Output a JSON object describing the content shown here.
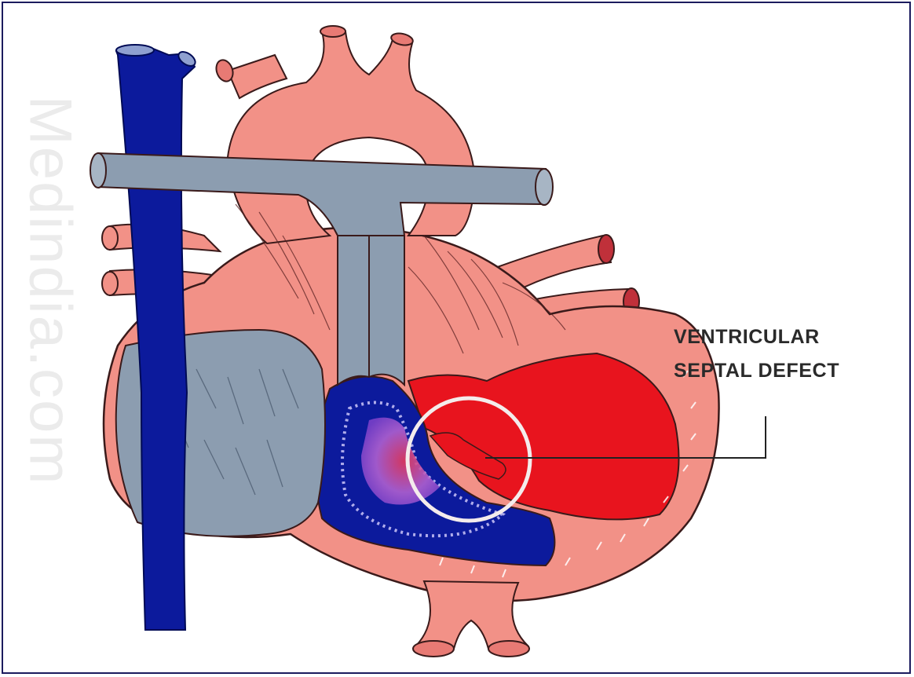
{
  "watermark": "Medindia.com",
  "label": {
    "line1": "VENTRICULAR",
    "line2": "SEPTAL DEFECT"
  },
  "colors": {
    "oxygenated": "#f29187",
    "deoxygenated": "#8c9db0",
    "vena_cava": "#0c1a9c",
    "left_ventricle": "#e8141e",
    "outline": "#3a1a1a"
  }
}
